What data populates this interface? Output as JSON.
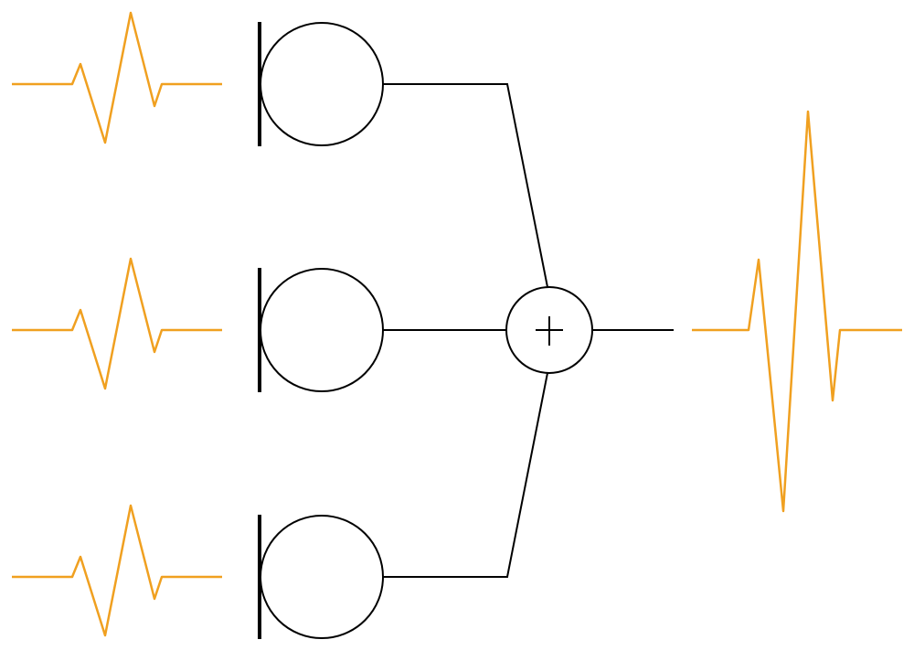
{
  "colors": {
    "waveform": "#f0a020",
    "line": "#000000",
    "background": "#ffffff"
  },
  "diagram": {
    "inputs": [
      {
        "id": "mic-1",
        "signal": "input-pulse"
      },
      {
        "id": "mic-2",
        "signal": "input-pulse"
      },
      {
        "id": "mic-3",
        "signal": "input-pulse"
      }
    ],
    "summing_node": {
      "symbol": "+"
    },
    "output": {
      "signal": "summed-pulse",
      "relative_amplitude": 3
    }
  }
}
